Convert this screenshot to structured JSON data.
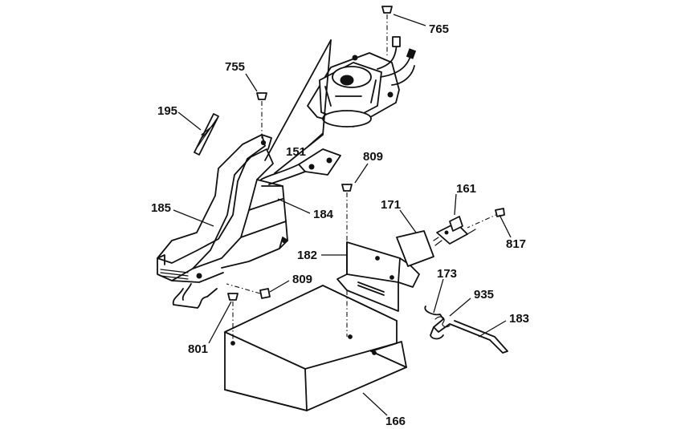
{
  "diagram": {
    "callouts": [
      "765",
      "755",
      "195",
      "151",
      "809",
      "161",
      "171",
      "185",
      "184",
      "817",
      "182",
      "809",
      "173",
      "935",
      "801",
      "183",
      "166"
    ]
  }
}
